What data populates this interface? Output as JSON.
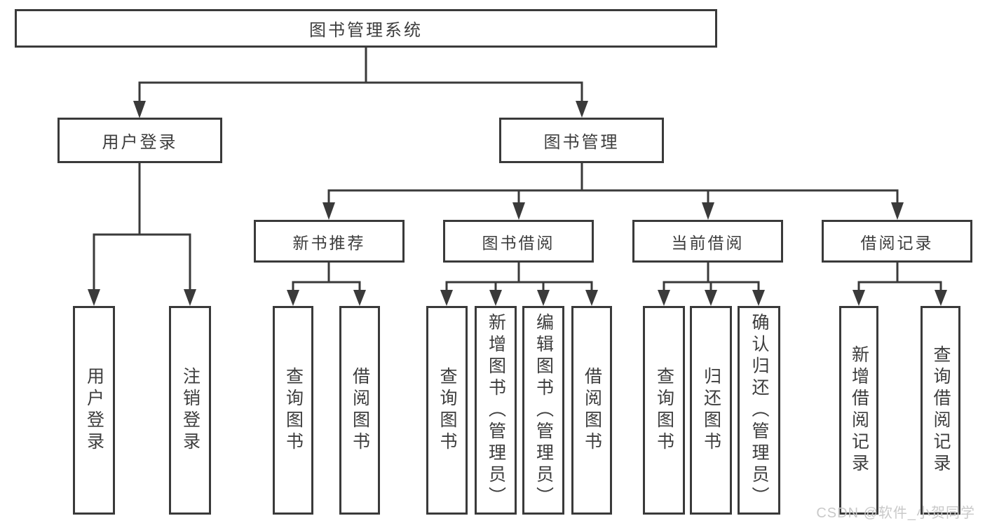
{
  "tree": {
    "root": "图书管理系统",
    "children": [
      {
        "label": "用户登录",
        "leaves": [
          "用户登录",
          "注销登录"
        ]
      },
      {
        "label": "图书管理",
        "children": [
          {
            "label": "新书推荐",
            "leaves": [
              "查询图书",
              "借阅图书"
            ]
          },
          {
            "label": "图书借阅",
            "leaves": [
              "查询图书",
              "新增图书（管理员）",
              "编辑图书（管理员）",
              "借阅图书"
            ]
          },
          {
            "label": "当前借阅",
            "leaves": [
              "查询图书",
              "归还图书",
              "确认归还（管理员）"
            ]
          },
          {
            "label": "借阅记录",
            "leaves": [
              "新增借阅记录",
              "查询借阅记录"
            ]
          }
        ]
      }
    ]
  },
  "watermark": "CSDN @软件_小贺同学",
  "colors": {
    "line": "#3a3a3a",
    "text": "#3d3d3d",
    "box_background": "#ffffff",
    "watermark": "#c9c9c9"
  }
}
